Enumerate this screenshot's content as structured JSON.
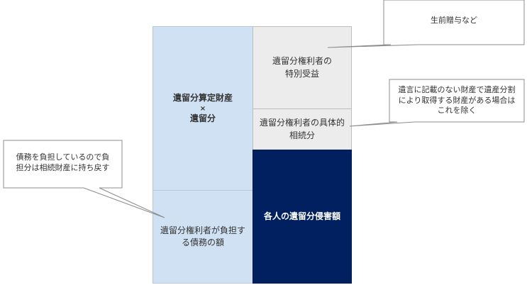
{
  "blocks": {
    "calc_base": {
      "line1": "遺留分算定財産",
      "line2": "×",
      "line3": "遺留分"
    },
    "debt_share": {
      "line1": "遺留分権利者が負担す",
      "line2": "る債務の額"
    },
    "special_benefit": {
      "line1": "遺留分権利者の",
      "line2": "特別受益"
    },
    "inheritance_share": {
      "line1": "遺留分権利者の具体的",
      "line2": "相続分"
    },
    "infringement": {
      "text": "各人の遺留分侵害額"
    }
  },
  "callouts": {
    "gifts": {
      "text": "生前贈与など"
    },
    "will_division": {
      "line1": "遺言に記載のない財産で遺産分割",
      "line2": "により取得する財産がある場合は",
      "line3": "これを除く"
    },
    "debt_return": {
      "line1": "債務を負担しているので負",
      "line2": "担分は相続財産に持ち戻す"
    }
  },
  "colors": {
    "light_blue": "#cfe1f3",
    "gray": "#ececec",
    "navy": "#002060",
    "callout_border": "#8c8c8c"
  }
}
